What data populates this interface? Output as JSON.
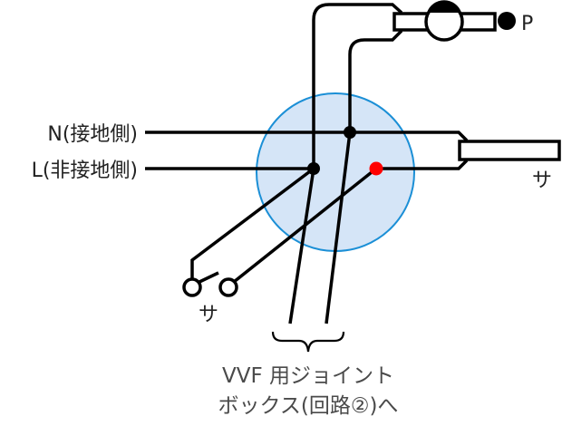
{
  "diagram": {
    "title": "Wiring diagram: junction box with switch and lamp receptacle",
    "labels": {
      "neutral": "N(接地側)",
      "live": "L(非接地側)",
      "lamp_label": "P",
      "switch_label": "サ",
      "outlet_label": "サ",
      "caption_line1": "VVF 用ジョイント",
      "caption_line2": "ボックス(回路②)へ"
    },
    "colors": {
      "wire": "#000000",
      "junction_box_fill": "#d5e5f7",
      "junction_box_stroke": "#1b8fd6",
      "highlight_node": "#ff0000",
      "caption_text": "#4a4a4a"
    },
    "components": [
      {
        "name": "lamp-receptacle",
        "symbol": "receptacle-with-pilot",
        "label": "P"
      },
      {
        "name": "junction-box",
        "symbol": "circle"
      },
      {
        "name": "switch",
        "symbol": "single-pole-switch",
        "label": "サ"
      },
      {
        "name": "cable-to-right",
        "symbol": "rectangle",
        "label": "サ"
      },
      {
        "name": "cable-to-circuit-2",
        "symbol": "brace",
        "label": "VVF 用ジョイントボックス(回路②)へ"
      }
    ]
  }
}
